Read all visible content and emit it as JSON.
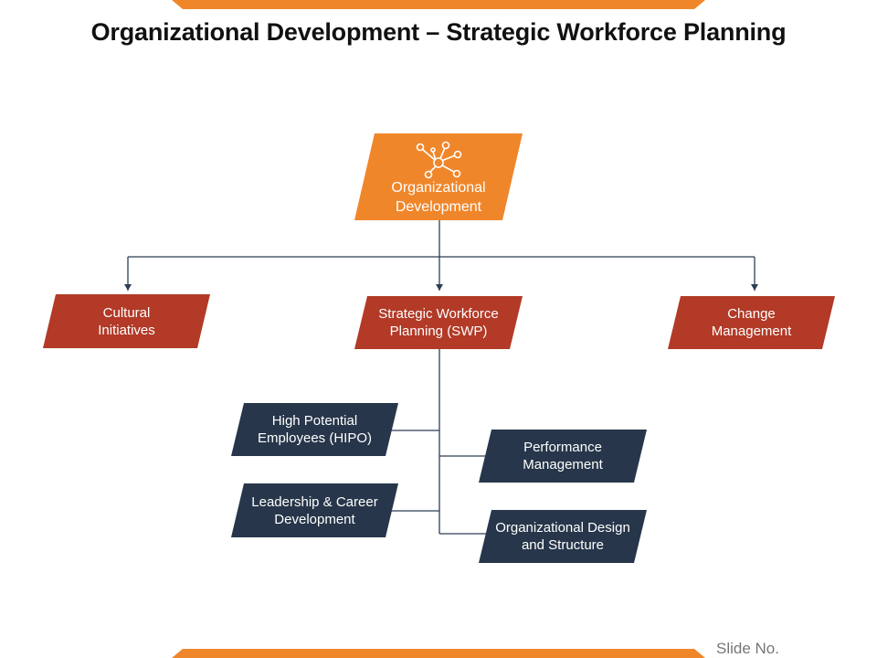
{
  "slide": {
    "title": "Organizational Development – Strategic Workforce Planning",
    "footer": "Slide No."
  },
  "colors": {
    "accent": "#F0862A",
    "red": "#B23A27",
    "navy": "#27364A",
    "line": "#2C3E55",
    "text_on_shape": "#FFFFFF"
  },
  "diagram": {
    "root": {
      "label": "Organizational\nDevelopment",
      "icon": "network-icon"
    },
    "level1": [
      {
        "label": "Cultural\nInitiatives"
      },
      {
        "label": "Strategic Workforce\nPlanning (SWP)"
      },
      {
        "label": "Change\nManagement"
      }
    ],
    "swp_children": [
      {
        "label": "High Potential\nEmployees (HIPO)"
      },
      {
        "label": "Performance\nManagement"
      },
      {
        "label": "Leadership &  Career\nDevelopment"
      },
      {
        "label": "Organizational Design\nand Structure"
      }
    ]
  }
}
